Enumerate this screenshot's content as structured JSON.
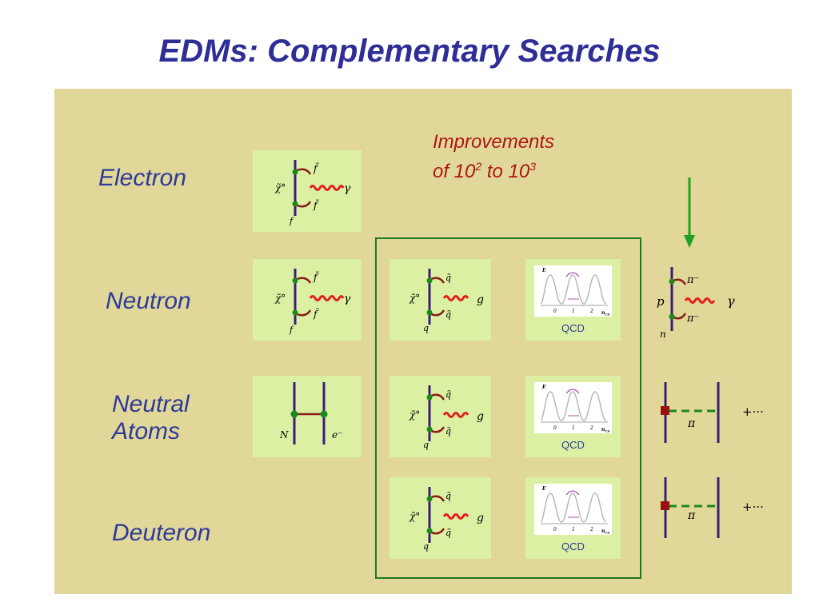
{
  "title": "EDMs: Complementary Searches",
  "improvements": {
    "line1": "Improvements",
    "line2_prefix": "of 10",
    "exp1": "2",
    "mid": " to 10",
    "exp2": "3"
  },
  "rows": {
    "electron": "Electron",
    "neutron": "Neutron",
    "neutral_atoms_1": "Neutral",
    "neutral_atoms_2": "Atoms",
    "deuteron": "Deuteron"
  },
  "qcd_label": "QCD",
  "symbols": {
    "chi": "χ̃°",
    "f_tilde": "f̃",
    "f": "f",
    "gamma": "γ",
    "q_tilde": "q̃",
    "q": "q",
    "g": "g",
    "N": "N",
    "e_minus": "e⁻",
    "p": "p",
    "n": "n",
    "pi_minus": "π⁻",
    "pi": "π",
    "plus_dots": "+···"
  },
  "plot_axis": {
    "E": "E",
    "ticks": [
      "0",
      "1",
      "2"
    ],
    "nu": "n",
    "nu_sub": "CS"
  },
  "colors": {
    "title": "#2e2e96",
    "panel": "#e0d799",
    "box": "#dcf0a4",
    "improve_text": "#b01515",
    "frame": "#1f7a1f",
    "arrow": "#22a022",
    "line": "#3a1d7a",
    "wavy": "#e31e1e",
    "dot": "#1a8a1a",
    "square": "#9a1010"
  }
}
